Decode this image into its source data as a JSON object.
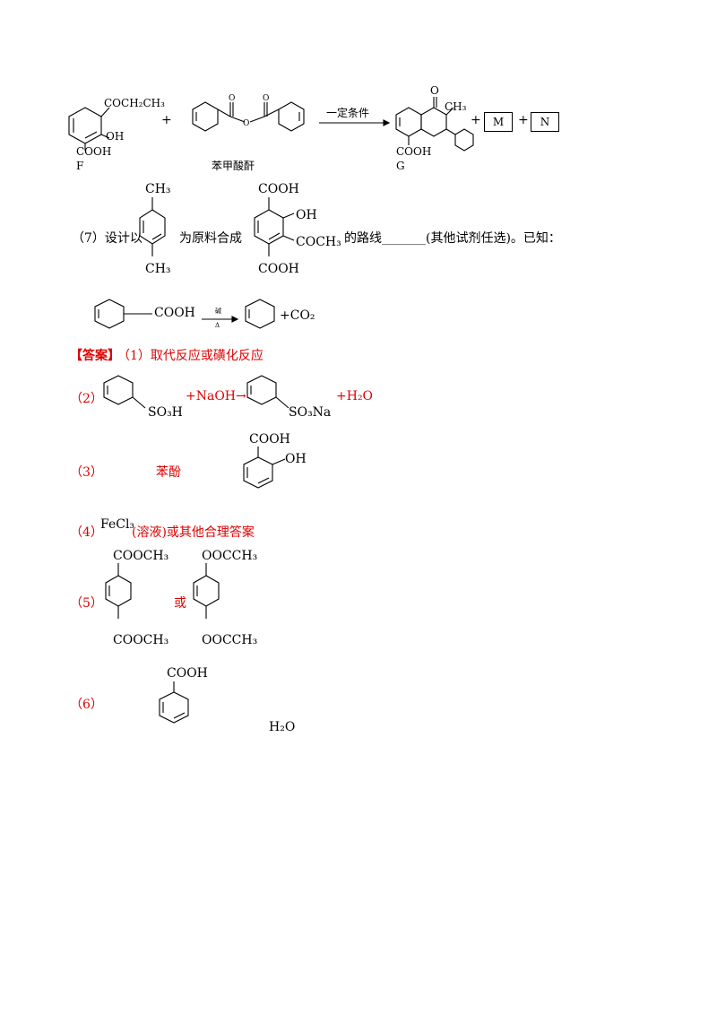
{
  "reaction_f": {
    "f_subst_top": "COCH₂CH₃",
    "f_oh": "OH",
    "f_cooh": "COOH",
    "f_label": "F",
    "plus1": "+",
    "anhydride_name": "苯甲酸酐",
    "condition": "一定条件",
    "g_o": "O",
    "g_ch3": "CH₃",
    "g_cooh": "COOH",
    "g_label": "G",
    "plus2": "+",
    "box_m": "M",
    "plus3": "+",
    "box_n": "N"
  },
  "q7": {
    "prefix": "（7）设计以",
    "start_ch3_top": "CH₃",
    "start_ch3_bottom": "CH₃",
    "middle": "为原料合成",
    "target_cooh_top": "COOH",
    "target_oh": "OH",
    "target_coch3": "COCH₃",
    "target_cooh_bottom": "COOH",
    "suffix": "的路线_______(其他试剂任选)。已知：",
    "known_cooh": "COOH",
    "known_condition_top": "碱",
    "known_condition_bottom": "Δ",
    "known_product": "+CO₂"
  },
  "answer": {
    "header": "【答案】",
    "a1": "（1）取代反应或磺化反应",
    "a2_num": "（2）",
    "a2_so3h": "SO₃H",
    "a2_naoh": "+NaOH→",
    "a2_so3na": "SO₃Na",
    "a2_h2o": "+H₂O",
    "a3_num": "（3）",
    "a3_text": "苯酚",
    "a3_cooh": "COOH",
    "a3_oh": "OH",
    "a4_num": "（4）",
    "a4_fecl3": "FeCl₃",
    "a4_text": "(溶液)或其他合理答案",
    "a5_num": "（5）",
    "a5_ester_top": "COOCH₃",
    "a5_ester_bottom": "COOCH₃",
    "a5_or": "或",
    "a5_acyl_top": "OOCCH₃",
    "a5_acyl_bottom": "OOCCH₃",
    "a6_num": "（6）",
    "a6_cooh": "COOH",
    "a6_h2o": "H₂O"
  }
}
